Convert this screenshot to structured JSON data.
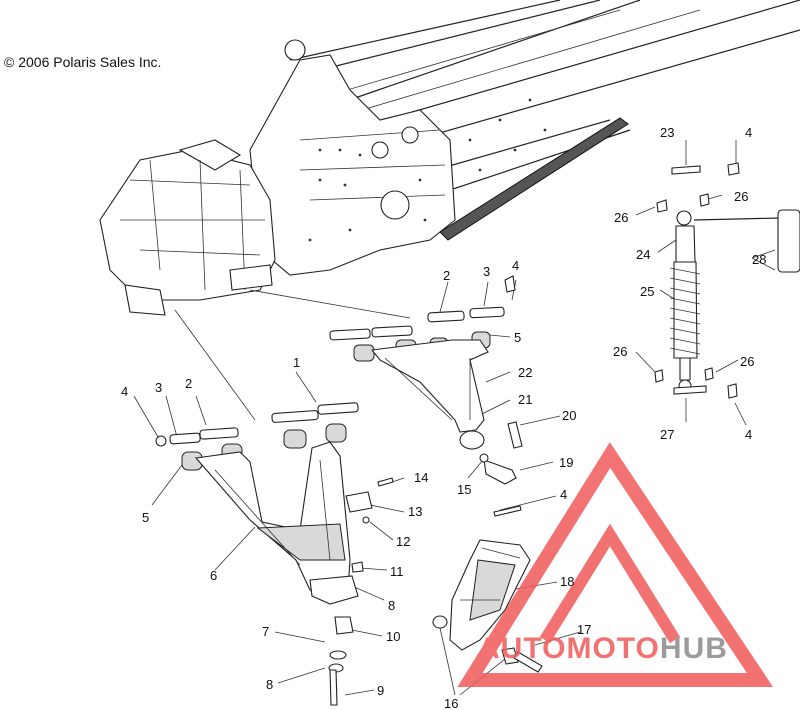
{
  "copyright": "© 2006 Polaris Sales Inc.",
  "watermark": {
    "parts": [
      "AUTO",
      "MOTO",
      "HUB"
    ],
    "colors": {
      "red": "#f05a5a",
      "gray": "#8a8a8a"
    }
  },
  "callouts": {
    "c23": "23",
    "c4a": "4",
    "c26a": "26",
    "c26b": "26",
    "c24": "24",
    "c28": "28",
    "c25": "25",
    "c26c": "26",
    "c26d": "26",
    "c27": "27",
    "c4b": "4",
    "c2a": "2",
    "c3a": "3",
    "c4c": "4",
    "c5a": "5",
    "c22": "22",
    "c21": "21",
    "c20": "20",
    "c19": "19",
    "c15": "15",
    "c4d": "4",
    "c1": "1",
    "c4e": "4",
    "c3b": "3",
    "c2b": "2",
    "c5b": "5",
    "c14": "14",
    "c13": "13",
    "c12": "12",
    "c6": "6",
    "c11": "11",
    "c8a": "8",
    "c7": "7",
    "c10": "10",
    "c8b": "8",
    "c9": "9",
    "c18": "18",
    "c17": "17",
    "c16": "16"
  }
}
